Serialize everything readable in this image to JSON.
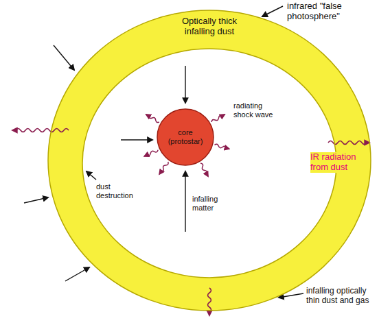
{
  "diagram": {
    "nodes": [
      {
        "text": [
          "Optically thick infalling dust"
        ]
      },
      {
        "text": [
          "core (protostar)"
        ],
        "in": 0
      }
    ],
    "labels": [
      "infrared \"false photosphere\"",
      "radiating shock wave",
      "dust destruction",
      "infalling matter",
      "IR radiation from dust",
      "infalling optically thin dust and gas"
    ]
  }
}
